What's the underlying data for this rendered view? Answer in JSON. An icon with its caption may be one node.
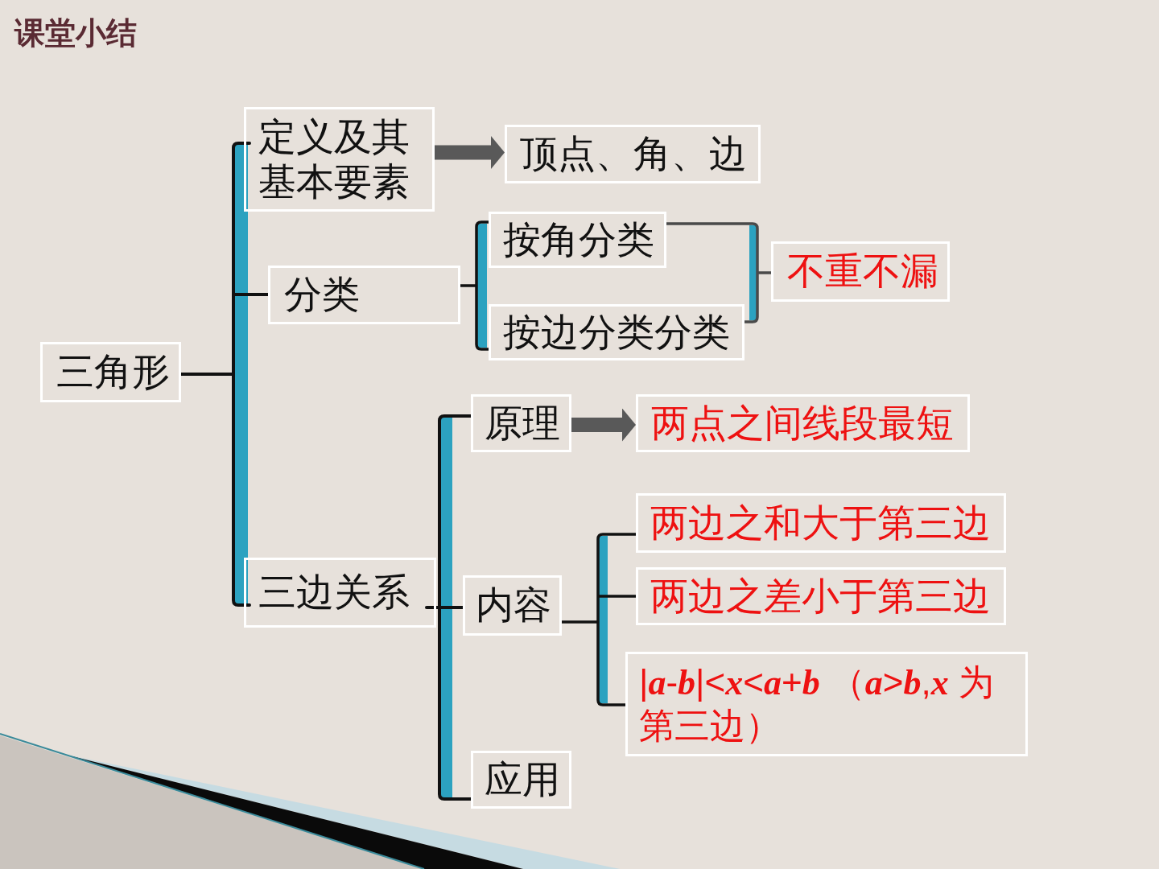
{
  "diagram": {
    "title": "课堂小结",
    "nodes": [
      {
        "text": [
          "三角形"
        ]
      },
      {
        "text": [
          "定义及其基本要素"
        ]
      },
      {
        "text": [
          "顶点、角、边"
        ]
      },
      {
        "text": [
          "分类"
        ]
      },
      {
        "text": [
          "按角分类"
        ]
      },
      {
        "text": [
          "按边分类分类"
        ]
      },
      {
        "text": [
          "不重不漏"
        ]
      },
      {
        "text": [
          "三边关系"
        ]
      },
      {
        "text": [
          "原理"
        ]
      },
      {
        "text": [
          "两点之间线段最短"
        ]
      },
      {
        "text": [
          "内容"
        ]
      },
      {
        "text": [
          "应用"
        ]
      },
      {
        "text": [
          "两边之和大于第三边"
        ]
      },
      {
        "text": [
          "两边之差小于第三边"
        ]
      },
      {
        "text": [
          "|*a*-*b*|<*x*<*a*+*b* （*a*>*b*,*x* 为第三边）"
        ]
      }
    ],
    "edges": [
      {
        "from": 0,
        "to": 1,
        "arrow": "none"
      },
      {
        "from": 0,
        "to": 3,
        "arrow": "none"
      },
      {
        "from": 0,
        "to": 7,
        "arrow": "none"
      },
      {
        "from": 1,
        "to": 2,
        "arrow": "to",
        "style": "thick",
        "color": "#595959"
      },
      {
        "from": 3,
        "to": 4,
        "arrow": "none"
      },
      {
        "from": 3,
        "to": 5,
        "arrow": "none"
      },
      {
        "from": 4,
        "to": 6,
        "arrow": "none"
      },
      {
        "from": 5,
        "to": 6,
        "arrow": "none"
      },
      {
        "from": 7,
        "to": 8,
        "arrow": "none"
      },
      {
        "from": 7,
        "to": 10,
        "arrow": "none"
      },
      {
        "from": 7,
        "to": 11,
        "arrow": "none"
      },
      {
        "from": 8,
        "to": 9,
        "arrow": "to",
        "style": "thick",
        "color": "#595959"
      },
      {
        "from": 10,
        "to": 12,
        "arrow": "none"
      },
      {
        "from": 10,
        "to": 13,
        "arrow": "none"
      },
      {
        "from": 10,
        "to": 14,
        "arrow": "none"
      }
    ]
  }
}
